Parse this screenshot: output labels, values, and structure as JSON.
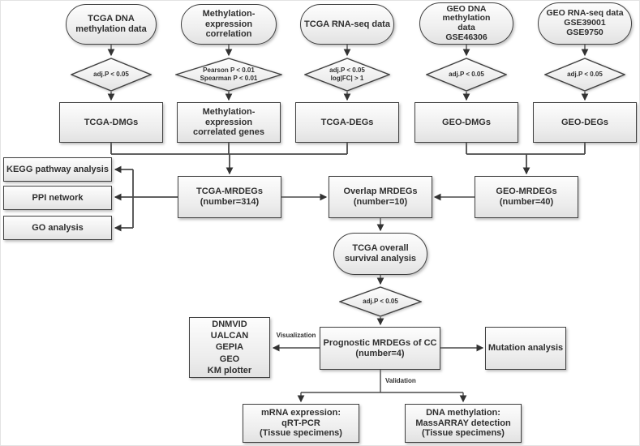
{
  "pipeline": {
    "columns": [
      {
        "source": "TCGA DNA\nmethylation data",
        "criteria": "adj.P < 0.05",
        "result": "TCGA-DMGs"
      },
      {
        "source": "Methylation-\nexpression correlation",
        "criteria": "Pearson P < 0.01\nSpearman P < 0.01",
        "result": "Methylation-expression\ncorrelated genes"
      },
      {
        "source": "TCGA RNA-seq data",
        "criteria": "adj.P < 0.05\nlog|FC| > 1",
        "result": "TCGA-DEGs"
      },
      {
        "source": "GEO DNA methylation\ndata\nGSE46306",
        "criteria": "adj.P < 0.05",
        "result": "GEO-DMGs"
      },
      {
        "source": "GEO RNA-seq data\nGSE39001\nGSE9750",
        "criteria": "adj.P < 0.05",
        "result": "GEO-DEGs"
      }
    ],
    "enrichment": {
      "kegg": "KEGG pathway analysis",
      "ppi": "PPI network",
      "go": "GO analysis"
    },
    "mrdegs": {
      "tcga": "TCGA-MRDEGs\n(number=314)",
      "overlap": "Overlap MRDEGs\n(number=10)",
      "geo": "GEO-MRDEGs\n(number=40)"
    },
    "survival": {
      "oval": "TCGA overall\nsurvival analysis",
      "criteria": "adj.P < 0.05"
    },
    "prognostic": "Prognostic MRDEGs of CC\n(number=4)",
    "visualization_tools": "DNMVID\nUALCAN\nGEPIA\nGEO\nKM plotter",
    "mutation": "Mutation analysis",
    "validation": {
      "mrna": "mRNA expression:\nqRT-PCR\n(Tissue specimens)",
      "dna": "DNA methylation:\nMassARRAY detection\n(Tissue specimens)"
    },
    "edge_labels": {
      "visualization": "Visualization",
      "validation": "Validation"
    },
    "colors": {
      "border": "#404040",
      "line": "#4a4a4a",
      "text": "#2f2f2f",
      "fill_top": "#fdfdfd",
      "fill_bottom": "#e2e2e2"
    }
  }
}
